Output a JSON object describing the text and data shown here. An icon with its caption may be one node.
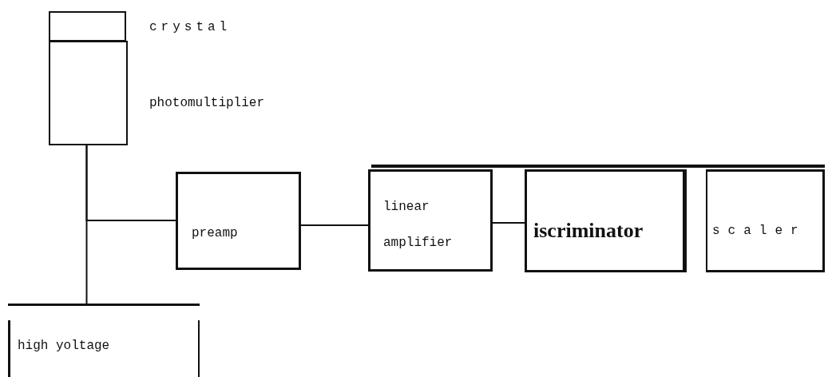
{
  "diagram": {
    "nodes": [
      {
        "text": [
          "crystal"
        ]
      },
      {
        "text": [
          "photomultiplier"
        ]
      },
      {
        "text": [
          "preamp"
        ]
      },
      {
        "text": [
          "high yoltage"
        ]
      },
      {
        "text": [
          "linear amplifier"
        ]
      },
      {
        "text": [
          "iscriminator"
        ]
      },
      {
        "text": [
          "scaler"
        ]
      }
    ],
    "edges": [
      {
        "from": 1,
        "to": 3,
        "arrow": "none"
      },
      {
        "from": 1,
        "to": 2,
        "arrow": "none"
      },
      {
        "from": 2,
        "to": 4,
        "arrow": "none"
      },
      {
        "from": 4,
        "to": 5,
        "arrow": "none"
      }
    ]
  }
}
